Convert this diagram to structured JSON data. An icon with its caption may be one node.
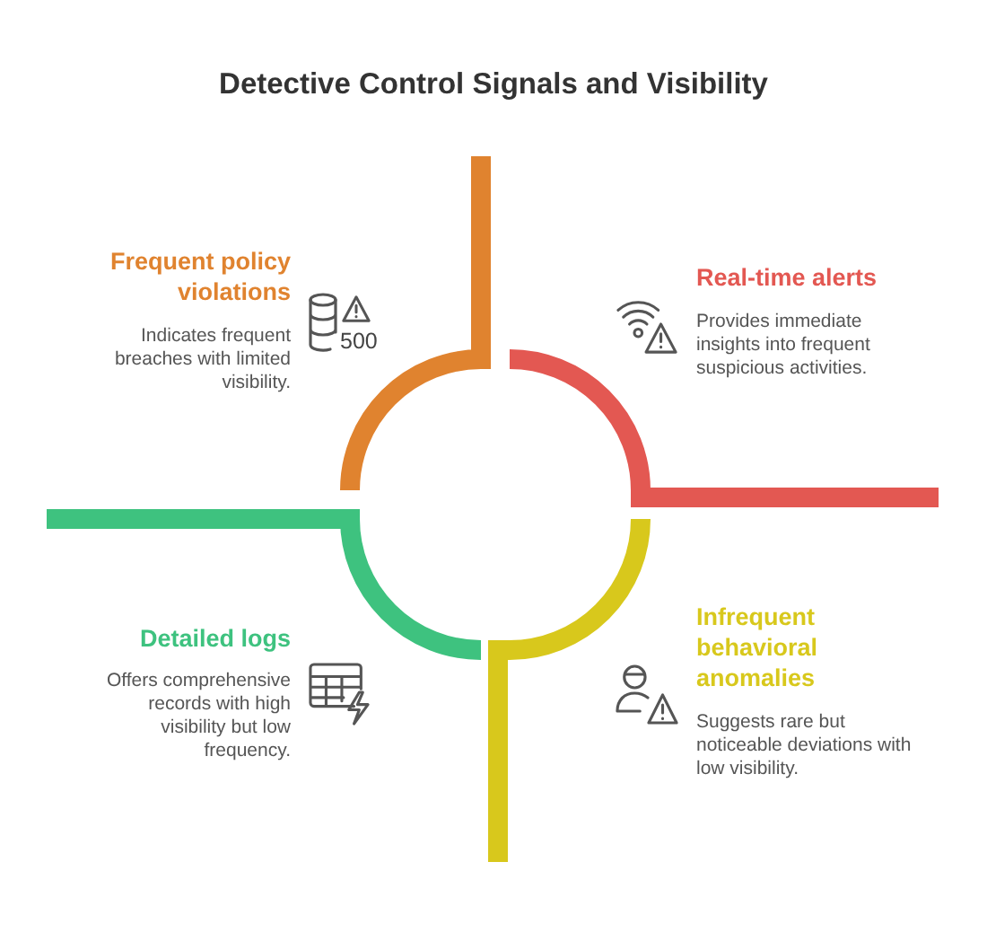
{
  "diagram": {
    "title": "Detective Control Signals and Visibility",
    "nodes": [
      {
        "text": [
          "Frequent policy violations",
          "Indicates frequent breaches with limited visibility."
        ]
      },
      {
        "text": [
          "Real-time alerts",
          "Provides immediate insights into frequent suspicious activities."
        ]
      },
      {
        "text": [
          "Detailed logs",
          "Offers comprehensive records with high visibility but low frequency."
        ]
      },
      {
        "text": [
          "Infrequent behavioral anomalies",
          "Suggests rare but noticeable deviations with low visibility."
        ]
      }
    ],
    "labels": [
      "500"
    ]
  }
}
